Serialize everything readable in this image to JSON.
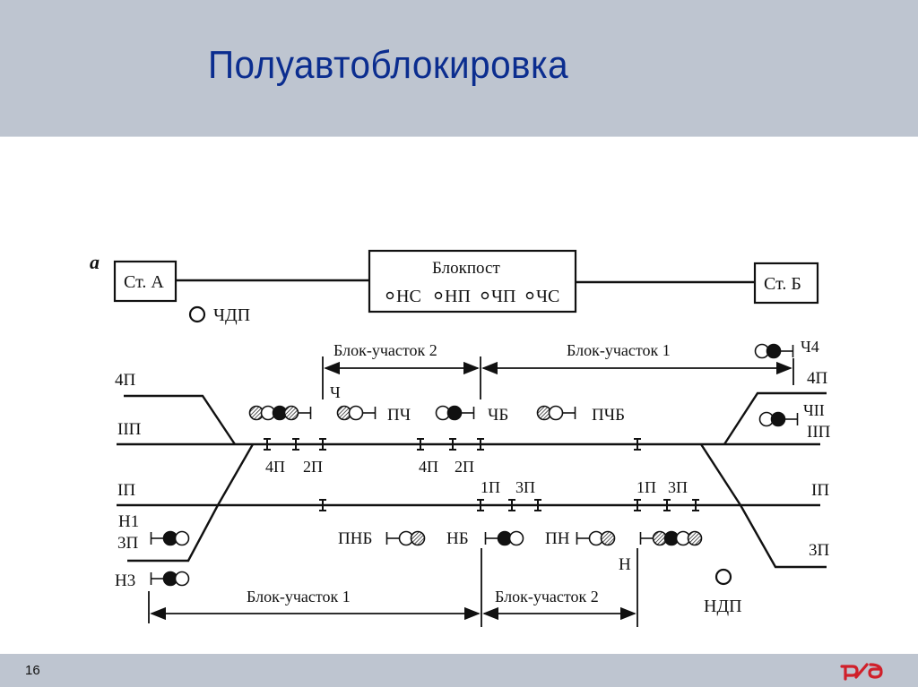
{
  "slide": {
    "title": "Полуавтоблокировка",
    "page_number": "16",
    "logo_text": "РЖД",
    "colors": {
      "header_bg": "#bec5d0",
      "title": "#0b2d8f",
      "logo": "#d0202a",
      "ink": "#111111"
    }
  },
  "diagram": {
    "panel_label": "а",
    "station_a": "Ст. А",
    "station_b": "Ст. Б",
    "blockpost": {
      "title": "Блокпост",
      "indicators": [
        "НС",
        "НП",
        "ЧП",
        "ЧС"
      ]
    },
    "indicator_chdp": "ЧДП",
    "indicator_ndp": "НДП",
    "top_sections": {
      "section_2": "Блок-участок 2",
      "section_1": "Блок-участок 1"
    },
    "bottom_sections": {
      "section_1": "Блок-участок 1",
      "section_2": "Блок-участок 2"
    },
    "tracks_left": [
      "4П",
      "IIП",
      "IП",
      "3П"
    ],
    "tracks_right": [
      "4П",
      "IIП",
      "IП",
      "3П"
    ],
    "signals_upper": {
      "ch": "Ч",
      "pch": "ПЧ",
      "chb": "ЧБ",
      "pchb": "ПЧБ",
      "ch4": "Ч4",
      "chii": "ЧII"
    },
    "signals_lower": {
      "n1": "Н1",
      "n3": "Н3",
      "pnb": "ПНБ",
      "nb": "НБ",
      "pn": "ПН",
      "n": "Н"
    },
    "joints_upper": [
      "4П",
      "2П",
      "4П",
      "2П"
    ],
    "joints_lower": [
      "1П",
      "3П",
      "1П",
      "3П"
    ]
  }
}
